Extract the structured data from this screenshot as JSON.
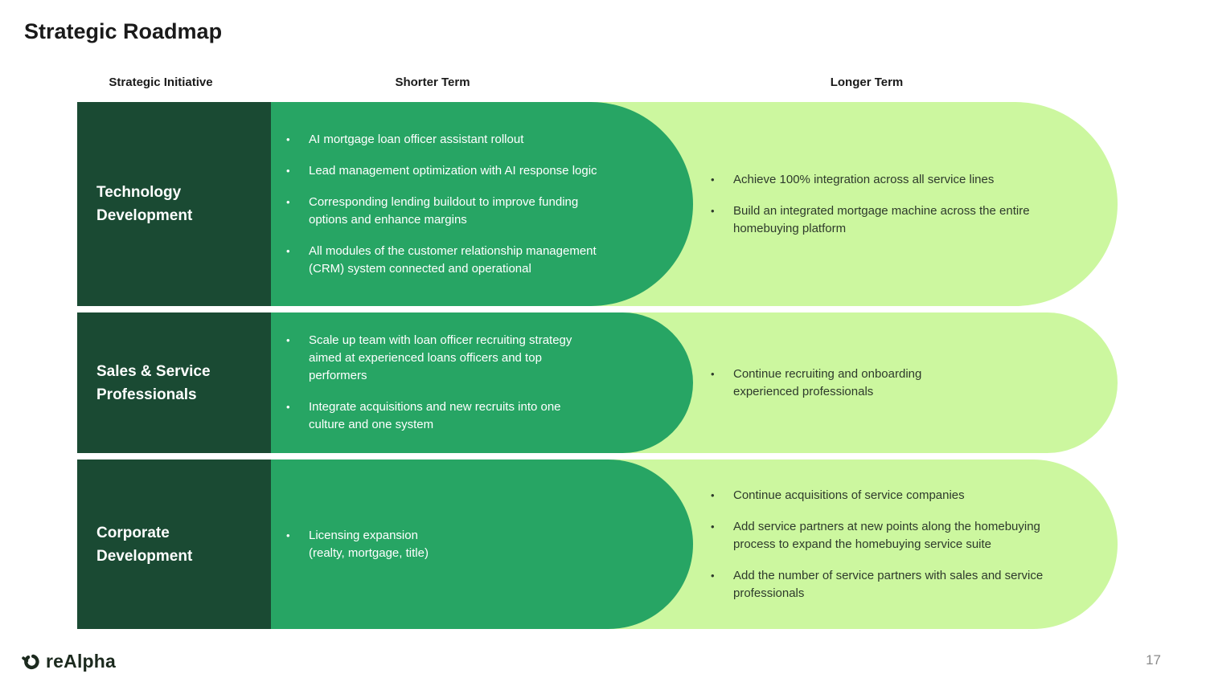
{
  "slide": {
    "title": "Strategic Roadmap",
    "page_number": "17",
    "logo_text": "reAlpha"
  },
  "columns": {
    "initiative": "Strategic Initiative",
    "shorter": "Shorter Term",
    "longer": "Longer Term"
  },
  "colors": {
    "dark_green": "#1a4a33",
    "medium_green": "#27a564",
    "light_green": "#ccf79f",
    "dark_text": "#2e3a2c",
    "logo_color": "#1c2a1e"
  },
  "rows": [
    {
      "initiative": "Technology Development",
      "shorter_term": [
        "AI mortgage loan officer assistant rollout",
        "Lead management optimization with AI response logic",
        "Corresponding lending buildout to improve funding\noptions and enhance margins",
        "All modules of the customer relationship management\n(CRM) system connected and operational"
      ],
      "longer_term": [
        "Achieve 100% integration across all service lines",
        "Build an integrated mortgage machine across the entire\nhomebuying platform"
      ]
    },
    {
      "initiative": "Sales & Service Professionals",
      "shorter_term": [
        "Scale up team with loan officer recruiting strategy\naimed at experienced loans officers and top\nperformers",
        "Integrate acquisitions and new recruits into one\nculture and one system"
      ],
      "longer_term": [
        "Continue recruiting and onboarding\nexperienced professionals"
      ]
    },
    {
      "initiative": "Corporate Development",
      "shorter_term": [
        "Licensing expansion\n(realty, mortgage, title)"
      ],
      "longer_term": [
        "Continue acquisitions of service companies",
        "Add service partners at new points along the homebuying\nprocess to expand the homebuying service suite",
        "Add the number of service partners with sales and service\nprofessionals"
      ]
    }
  ]
}
